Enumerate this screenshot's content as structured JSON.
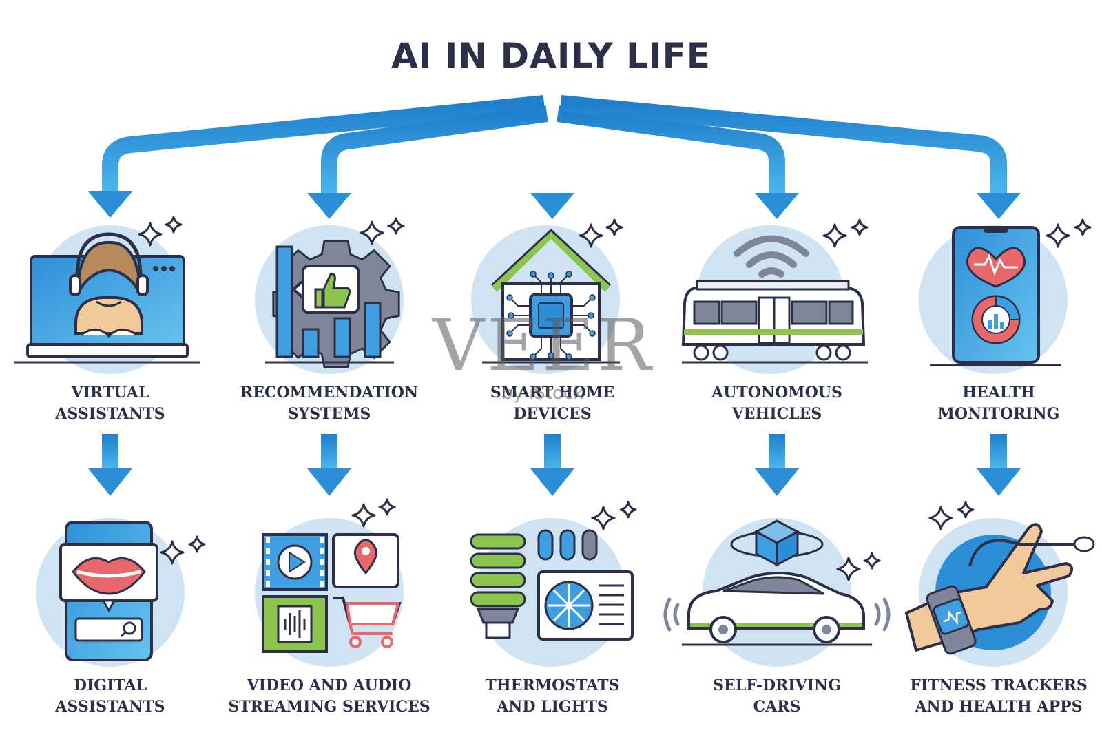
{
  "title": "AI IN DAILY LIFE",
  "categories": [
    {
      "line1": "VIRTUAL",
      "line2": "ASSISTANTS",
      "example_line1": "DIGITAL",
      "example_line2": "ASSISTANTS",
      "icon": "headset-agent-laptop-icon",
      "example_icon": "talking-phone-icon"
    },
    {
      "line1": "RECOMMENDATION",
      "line2": "SYSTEMS",
      "example_line1": "VIDEO AND AUDIO",
      "example_line2": "STREAMING SERVICES",
      "icon": "gear-thumbs-up-chart-icon",
      "example_icon": "media-streaming-icon"
    },
    {
      "line1": "SMART HOME",
      "line2": "DEVICES",
      "example_line1": "THERMOSTATS",
      "example_line2": "AND LIGHTS",
      "icon": "smart-house-chip-icon",
      "example_icon": "bulb-thermostat-icon"
    },
    {
      "line1": "AUTONOMOUS",
      "line2": "VEHICLES",
      "example_line1": "SELF-DRIVING",
      "example_line2": "CARS",
      "icon": "connected-train-icon",
      "example_icon": "self-driving-car-icon"
    },
    {
      "line1": "HEALTH",
      "line2": "MONITORING",
      "example_line1": "FITNESS TRACKERS",
      "example_line2": "AND HEALTH APPS",
      "icon": "health-phone-icon",
      "example_icon": "smartwatch-hand-icon"
    }
  ],
  "watermark": {
    "main": "VEER",
    "sub": "by iStock"
  },
  "colors": {
    "arrow": "#2b8ed6",
    "arrow_light": "#49b3ea",
    "text": "#2b2f48",
    "circle": "#cfe3f3",
    "accent_green": "#8dc44d",
    "accent_red": "#e8676b"
  }
}
